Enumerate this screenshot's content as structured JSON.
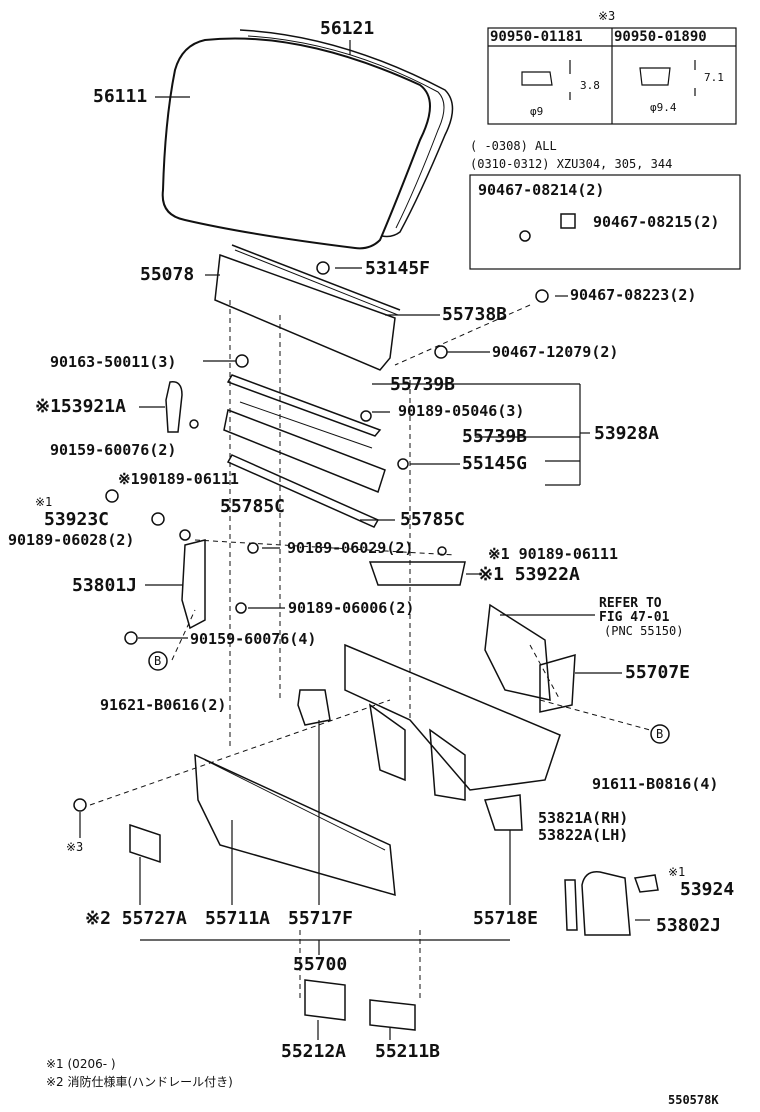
{
  "figure_id": "550578K",
  "variant_box": {
    "marker": "※3",
    "col1": "90950-01181",
    "col2": "90950-01890",
    "dim1_h": "3.8",
    "dim1_d": "φ9",
    "dim2_h": "7.1",
    "dim2_d": "φ9.4"
  },
  "applicability": {
    "line1": "(      -0308) ALL",
    "line2": "(0310-0312) XZU304, 305, 344"
  },
  "fig_ref": {
    "line1": "REFER TO",
    "line2": "FIG 47-01",
    "line3": "(PNC 55150)"
  },
  "parts": {
    "p56121": "56121",
    "p56111": "56111",
    "p90467_08214": "90467-08214(2)",
    "p90467_08215": "90467-08215(2)",
    "p55078": "55078",
    "p53145F": "53145F",
    "p90467_08223": "90467-08223(2)",
    "p55738B": "55738B",
    "p90163_50011": "90163-50011(3)",
    "p90467_12079": "90467-12079(2)",
    "p55739B_top": "55739B",
    "p53921A": "※153921A",
    "p90189_05046": "90189-05046(3)",
    "p55739B_mid": "55739B",
    "p53928A": "53928A",
    "p90159_60076_2": "90159-60076(2)",
    "p55145G": "55145G",
    "p90189_06111_a": "※190189-06111",
    "p55785C_a": "55785C",
    "p53923C_mark": "※1",
    "p53923C": "53923C",
    "p55785C_b": "55785C",
    "p90189_06028": "90189-06028(2)",
    "p90189_06029": "90189-06029(2)",
    "p90189_06111_b": "※1 90189-06111",
    "p53801J": "53801J",
    "p53922A": "※1 53922A",
    "p90189_06006": "90189-06006(2)",
    "p90159_60076_4": "90159-60076(4)",
    "p55707E": "55707E",
    "p91621": "91621-B0616(2)",
    "p91611": "91611-B0816(4)",
    "p53821A": "53821A(RH)",
    "p53822A": "53822A(LH)",
    "mark3": "※3",
    "mark1_b": "※1",
    "p53924": "53924",
    "p55727A": "※2 55727A",
    "p55711A": "55711A",
    "p55717F": "55717F",
    "p55718E": "55718E",
    "p53802J": "53802J",
    "p55700": "55700",
    "p55212A": "55212A",
    "p55211B": "55211B",
    "circB": "B"
  },
  "footnotes": {
    "n1": "※1 (0206-      )",
    "n2": "※2 消防仕様車(ハンドレール付き)"
  }
}
